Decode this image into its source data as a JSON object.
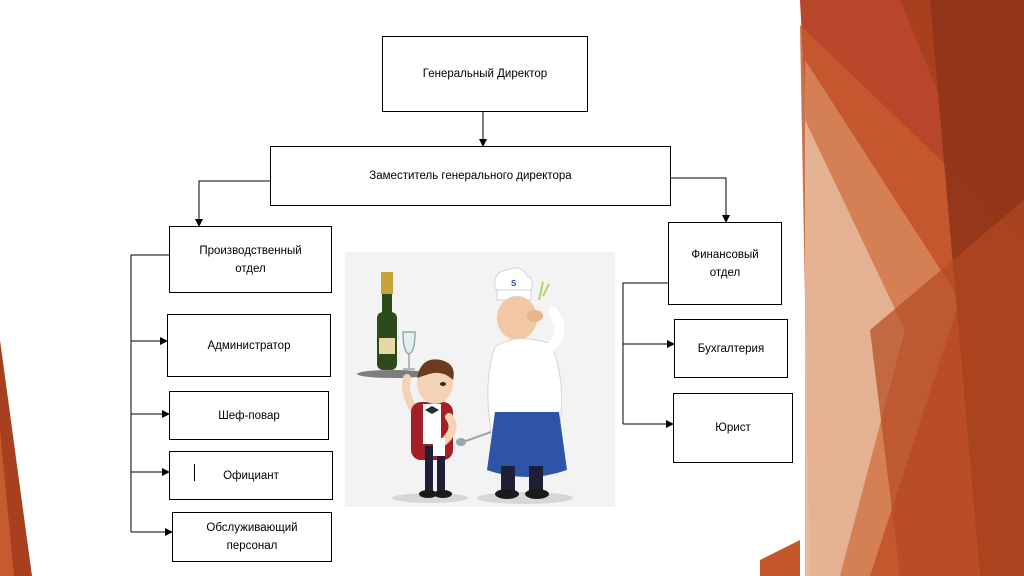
{
  "org_chart": {
    "director": "Генеральный Директор",
    "deputy": "Заместитель генерального директора",
    "production_dept": {
      "line1": "Производственный",
      "line2": "отдел"
    },
    "finance_dept": {
      "line1": "Финансовый",
      "line2": "отдел"
    },
    "production_units": [
      "Администратор",
      "Шеф-повар",
      "Официант"
    ],
    "service_staff": {
      "line1": "Обслуживающий",
      "line2": "персонал"
    },
    "finance_units": [
      "Бухгалтерия",
      "Юрист"
    ]
  },
  "colors": {
    "accent_dark": "#9c3b1c",
    "accent_mid": "#c2552a",
    "accent_light": "#dba180"
  },
  "illustration": "waiter-and-chef-cartoon"
}
